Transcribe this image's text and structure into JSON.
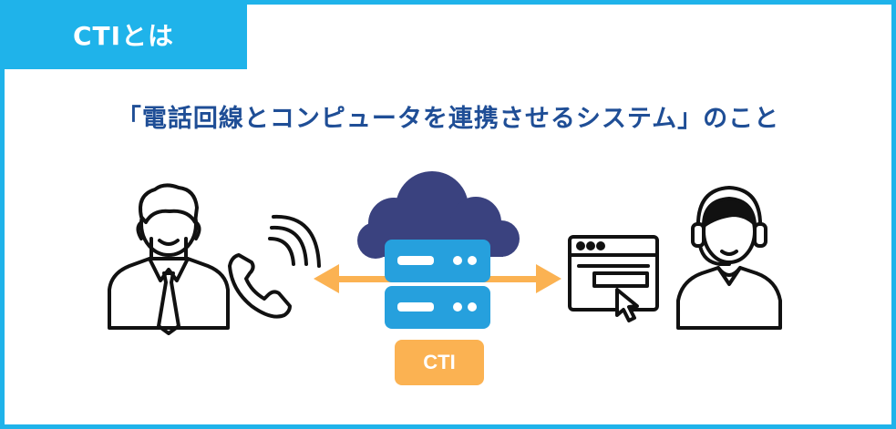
{
  "header": {
    "tab_label": "CTIとは",
    "headline": "「電話回線とコンピュータを連携させるシステム」のこと"
  },
  "diagram": {
    "center_badge": "CTI",
    "icons": [
      "customer-person-icon",
      "phone-ringing-icon",
      "cloud-server-icon",
      "browser-window-cursor-icon",
      "operator-headset-icon"
    ]
  },
  "colors": {
    "accent_blue": "#1fb3ea",
    "headline_navy": "#1f4e96",
    "cloud_navy": "#3a427f",
    "server_blue": "#26a0dd",
    "arrow_orange": "#fbb252"
  }
}
